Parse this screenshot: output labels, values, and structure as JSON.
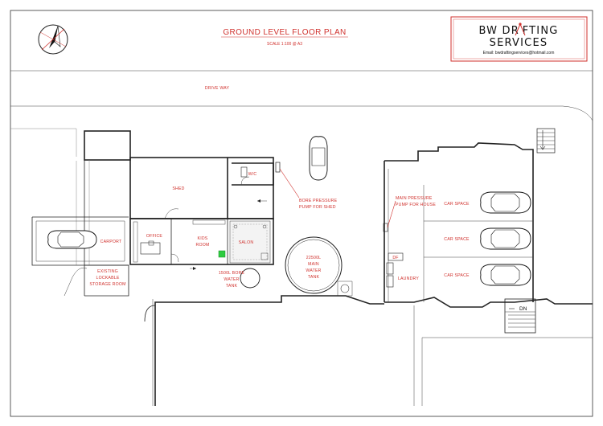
{
  "title": "GROUND LEVEL FLOOR PLAN",
  "scale": "SCALE 1:100 @ A3",
  "title_block": {
    "brand_line1": "BW DR FTING",
    "brand_line2": "SERVICES",
    "email": "Email: bwdraftingservices@hotmail.com"
  },
  "labels": {
    "driveway": "DRIVE WAY",
    "shed": "SHED",
    "wc": "W/C",
    "office": "OFFICE",
    "kids_room_1": "KIDS",
    "kids_room_2": "ROOM",
    "salon": "SALON",
    "carport": "CARPORT",
    "storage_1": "EXISTING",
    "storage_2": "LOCKABLE",
    "storage_3": "STORAGE ROOM",
    "bore_pump_1": "BORE PRESSURE",
    "bore_pump_2": "PUMP FOR SHED",
    "main_pump_1": "MAIN PRESSURE",
    "main_pump_2": "PUMP FOR HOUSE",
    "tank_large_1": "22500L",
    "tank_large_2": "MAIN",
    "tank_large_3": "WATER",
    "tank_large_4": "TANK",
    "tank_small_1": "1500L BORE",
    "tank_small_2": "WATER",
    "tank_small_3": "TANK",
    "df": "DF",
    "laundry": "LAUNDRY",
    "car_space_1": "CAR SPACE",
    "car_space_2": "CAR SPACE",
    "car_space_3": "CAR SPACE",
    "dn": "DN"
  },
  "colors": {
    "annotation": "#d0312d",
    "lines": "#222222",
    "accent": "#2ecc40"
  },
  "icons": [
    "north-arrow-icon",
    "drafting-compass-icon",
    "car-icon"
  ]
}
